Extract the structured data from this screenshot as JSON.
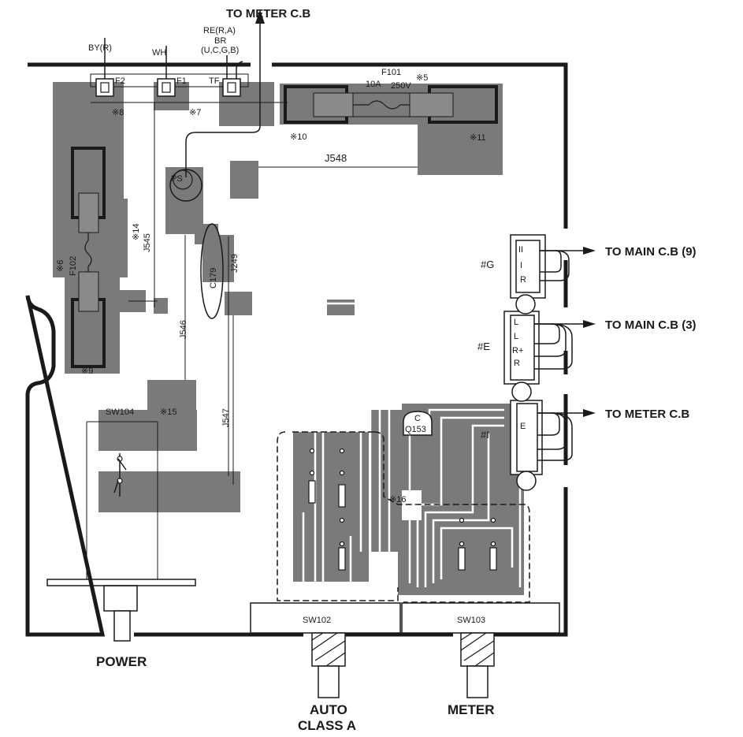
{
  "colors": {
    "pad": "#7a7a7a",
    "ink": "#1a1a1a",
    "paper": "#ffffff"
  },
  "header": {
    "to_meter_top": "TO METER C.B"
  },
  "wires_top": {
    "by": "BY(R)",
    "wh": "WH",
    "re": "RE(R,A)",
    "br": "BR",
    "br_sub": "(U,C,G,B)"
  },
  "terminals": {
    "f2": "F2",
    "f1": "F1",
    "tf": "TF"
  },
  "fuse_f101": {
    "ref": "F101",
    "rating_a": "10A",
    "rating_v": "250V",
    "note": "※5"
  },
  "notes": {
    "n6": "※6",
    "n7": "※7",
    "n8": "※8",
    "n9": "※9",
    "n10": "※10",
    "n11": "※11",
    "n14": "※14",
    "n15": "※15",
    "n16": "※16"
  },
  "components": {
    "f102": "F102",
    "ps": "PS",
    "c179": "C179",
    "j548": "J548",
    "j545": "J545",
    "j249": "J249",
    "j546": "J546",
    "j547": "J547",
    "sw104": "SW104",
    "q153": "Q153",
    "q153_top": "C",
    "sw102": "SW102",
    "sw103": "SW103"
  },
  "connector_groups": {
    "g": "#G",
    "e": "#E",
    "i": "#I"
  },
  "pin_labels": {
    "g": [
      "II",
      "I",
      "R"
    ],
    "e": [
      "L",
      "L",
      "R+",
      "R"
    ],
    "i": [
      "",
      "E",
      "",
      ""
    ]
  },
  "outputs": {
    "main9": "TO MAIN C.B (9)",
    "main3": "TO MAIN C.B (3)",
    "meter": "TO METER C.B"
  },
  "knobs": {
    "power": "POWER",
    "auto": "AUTO",
    "class_a": "CLASS A",
    "meter": "METER"
  }
}
